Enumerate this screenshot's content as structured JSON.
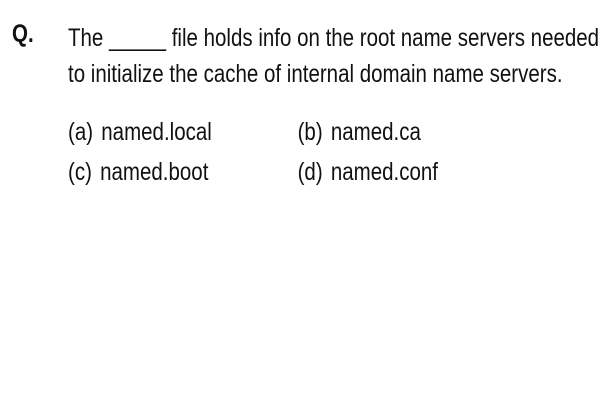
{
  "question": {
    "label": "Q.",
    "line1": "The _____ file holds info on the root name servers needed",
    "line2": "to initialize the cache of internal domain name servers."
  },
  "options": [
    {
      "letter": "(a)",
      "text": "named.local"
    },
    {
      "letter": "(b)",
      "text": "named.ca"
    },
    {
      "letter": "(c)",
      "text": "named.boot"
    },
    {
      "letter": "(d)",
      "text": "named.conf"
    }
  ]
}
